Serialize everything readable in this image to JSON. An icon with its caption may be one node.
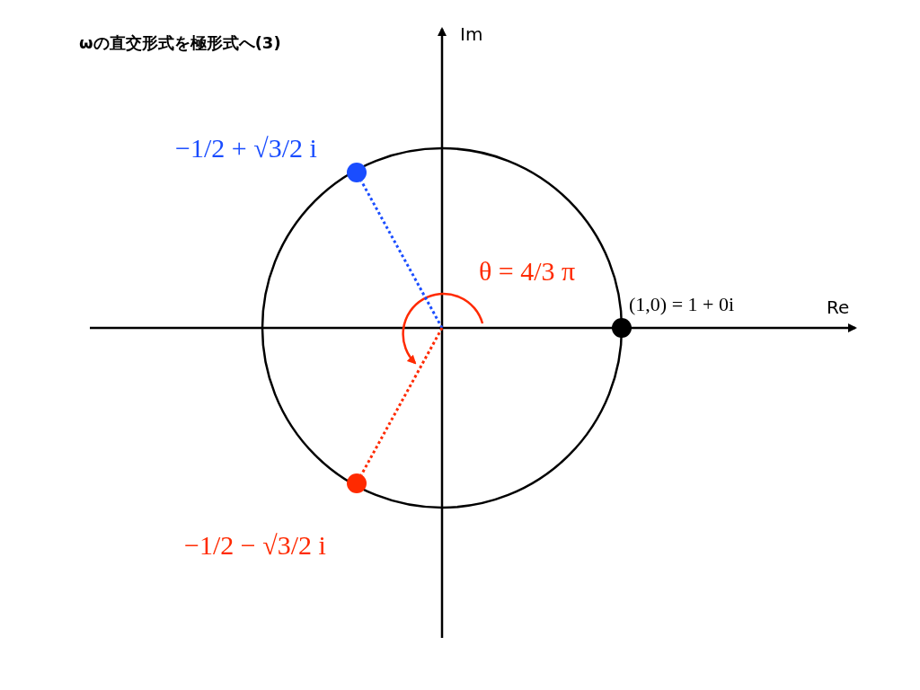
{
  "diagram": {
    "title": "ωの直交形式を極形式へ(3)",
    "nodes": [
      {
        "text": [],
        "shape": "circle",
        "beside": [
          "−1/2 + √3/2 i"
        ]
      },
      {
        "text": [],
        "shape": "circle",
        "beside": [
          "(1,0) = 1 + 0i"
        ]
      },
      {
        "text": [],
        "shape": "circle",
        "beside": [
          "−1/2 − √3/2 i"
        ]
      }
    ],
    "edges": [
      {
        "from": null,
        "to": 0,
        "arrow": "none",
        "style": "dashed",
        "color": "#1a4dff"
      },
      {
        "from": null,
        "to": 2,
        "arrow": "none",
        "style": "dashed",
        "color": "#ff2a00"
      }
    ],
    "labels": [
      "Im",
      "θ = 4/3 π",
      "Re"
    ]
  }
}
